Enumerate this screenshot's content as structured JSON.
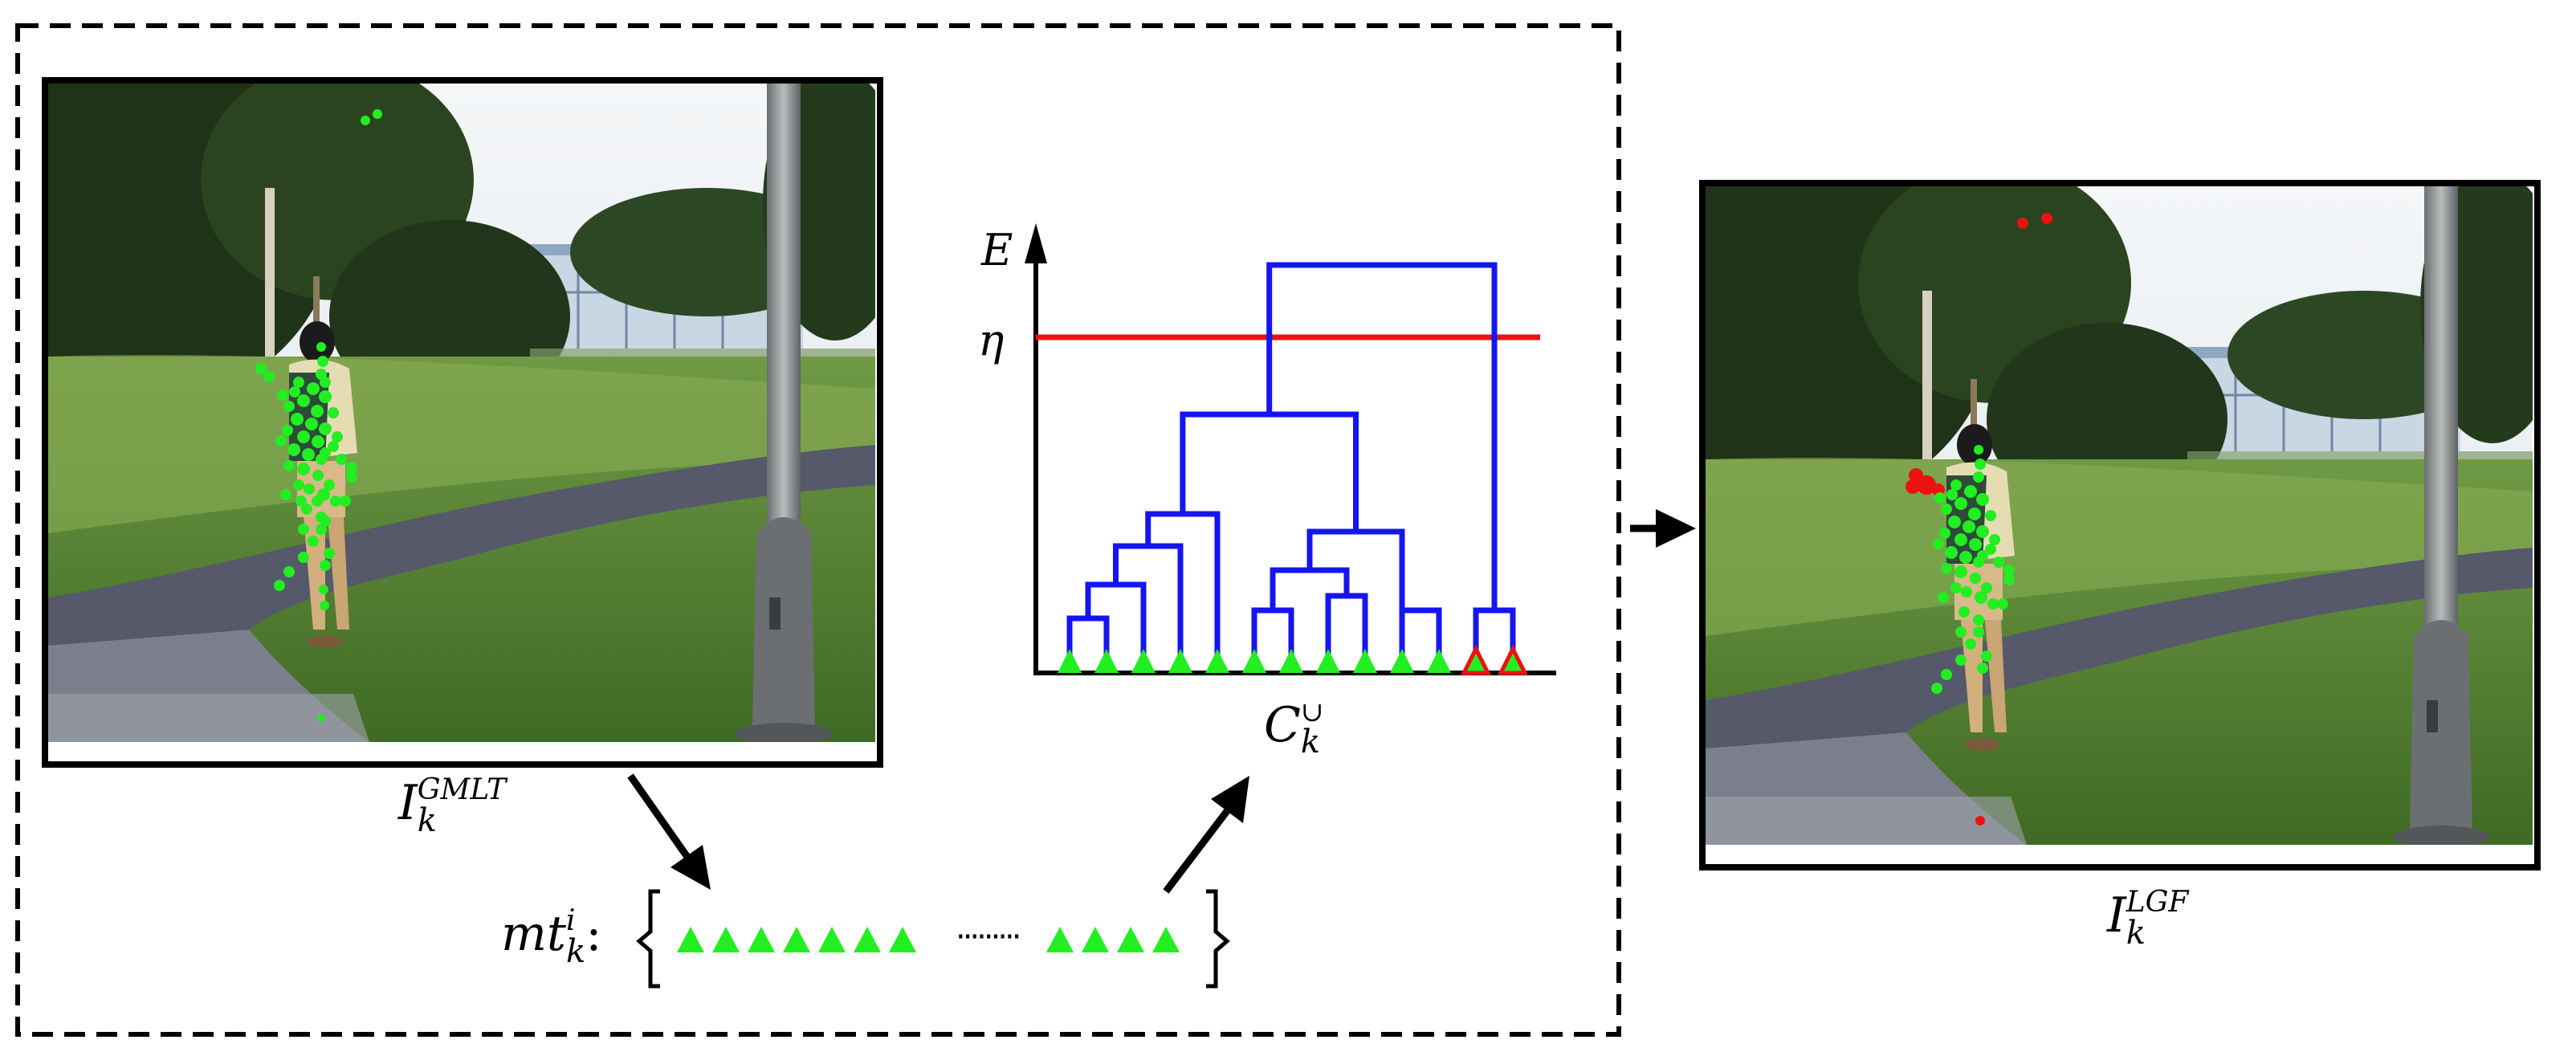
{
  "colors": {
    "tree": "#1515f0",
    "threshold": "#ee1111",
    "inlier_marker": "#22ee22",
    "outlier_marker": "#ee1111",
    "frame": "#000000"
  },
  "labels": {
    "gmlt_main": "I",
    "gmlt_sub": "k",
    "gmlt_sup": "GMLT",
    "lgf_main": "I",
    "lgf_sub": "k",
    "lgf_sup": "LGF",
    "cluster_main": "C",
    "cluster_sub": "k",
    "cluster_sup": "∪",
    "axis_y": "E",
    "threshold": "η",
    "mt_main": "mt",
    "mt_sub": "k",
    "mt_sup": "i",
    "mt_colon": ":",
    "ellipsis": "·········"
  },
  "dendrogram": {
    "leaf_count": 13,
    "outlier_leaves": [
      11,
      12
    ]
  },
  "sequence": {
    "left_group_count": 7,
    "right_group_count": 4
  },
  "images": {
    "input_photo": "scene-photo-with-green-features",
    "output_photo": "scene-photo-with-red-and-green-features"
  }
}
